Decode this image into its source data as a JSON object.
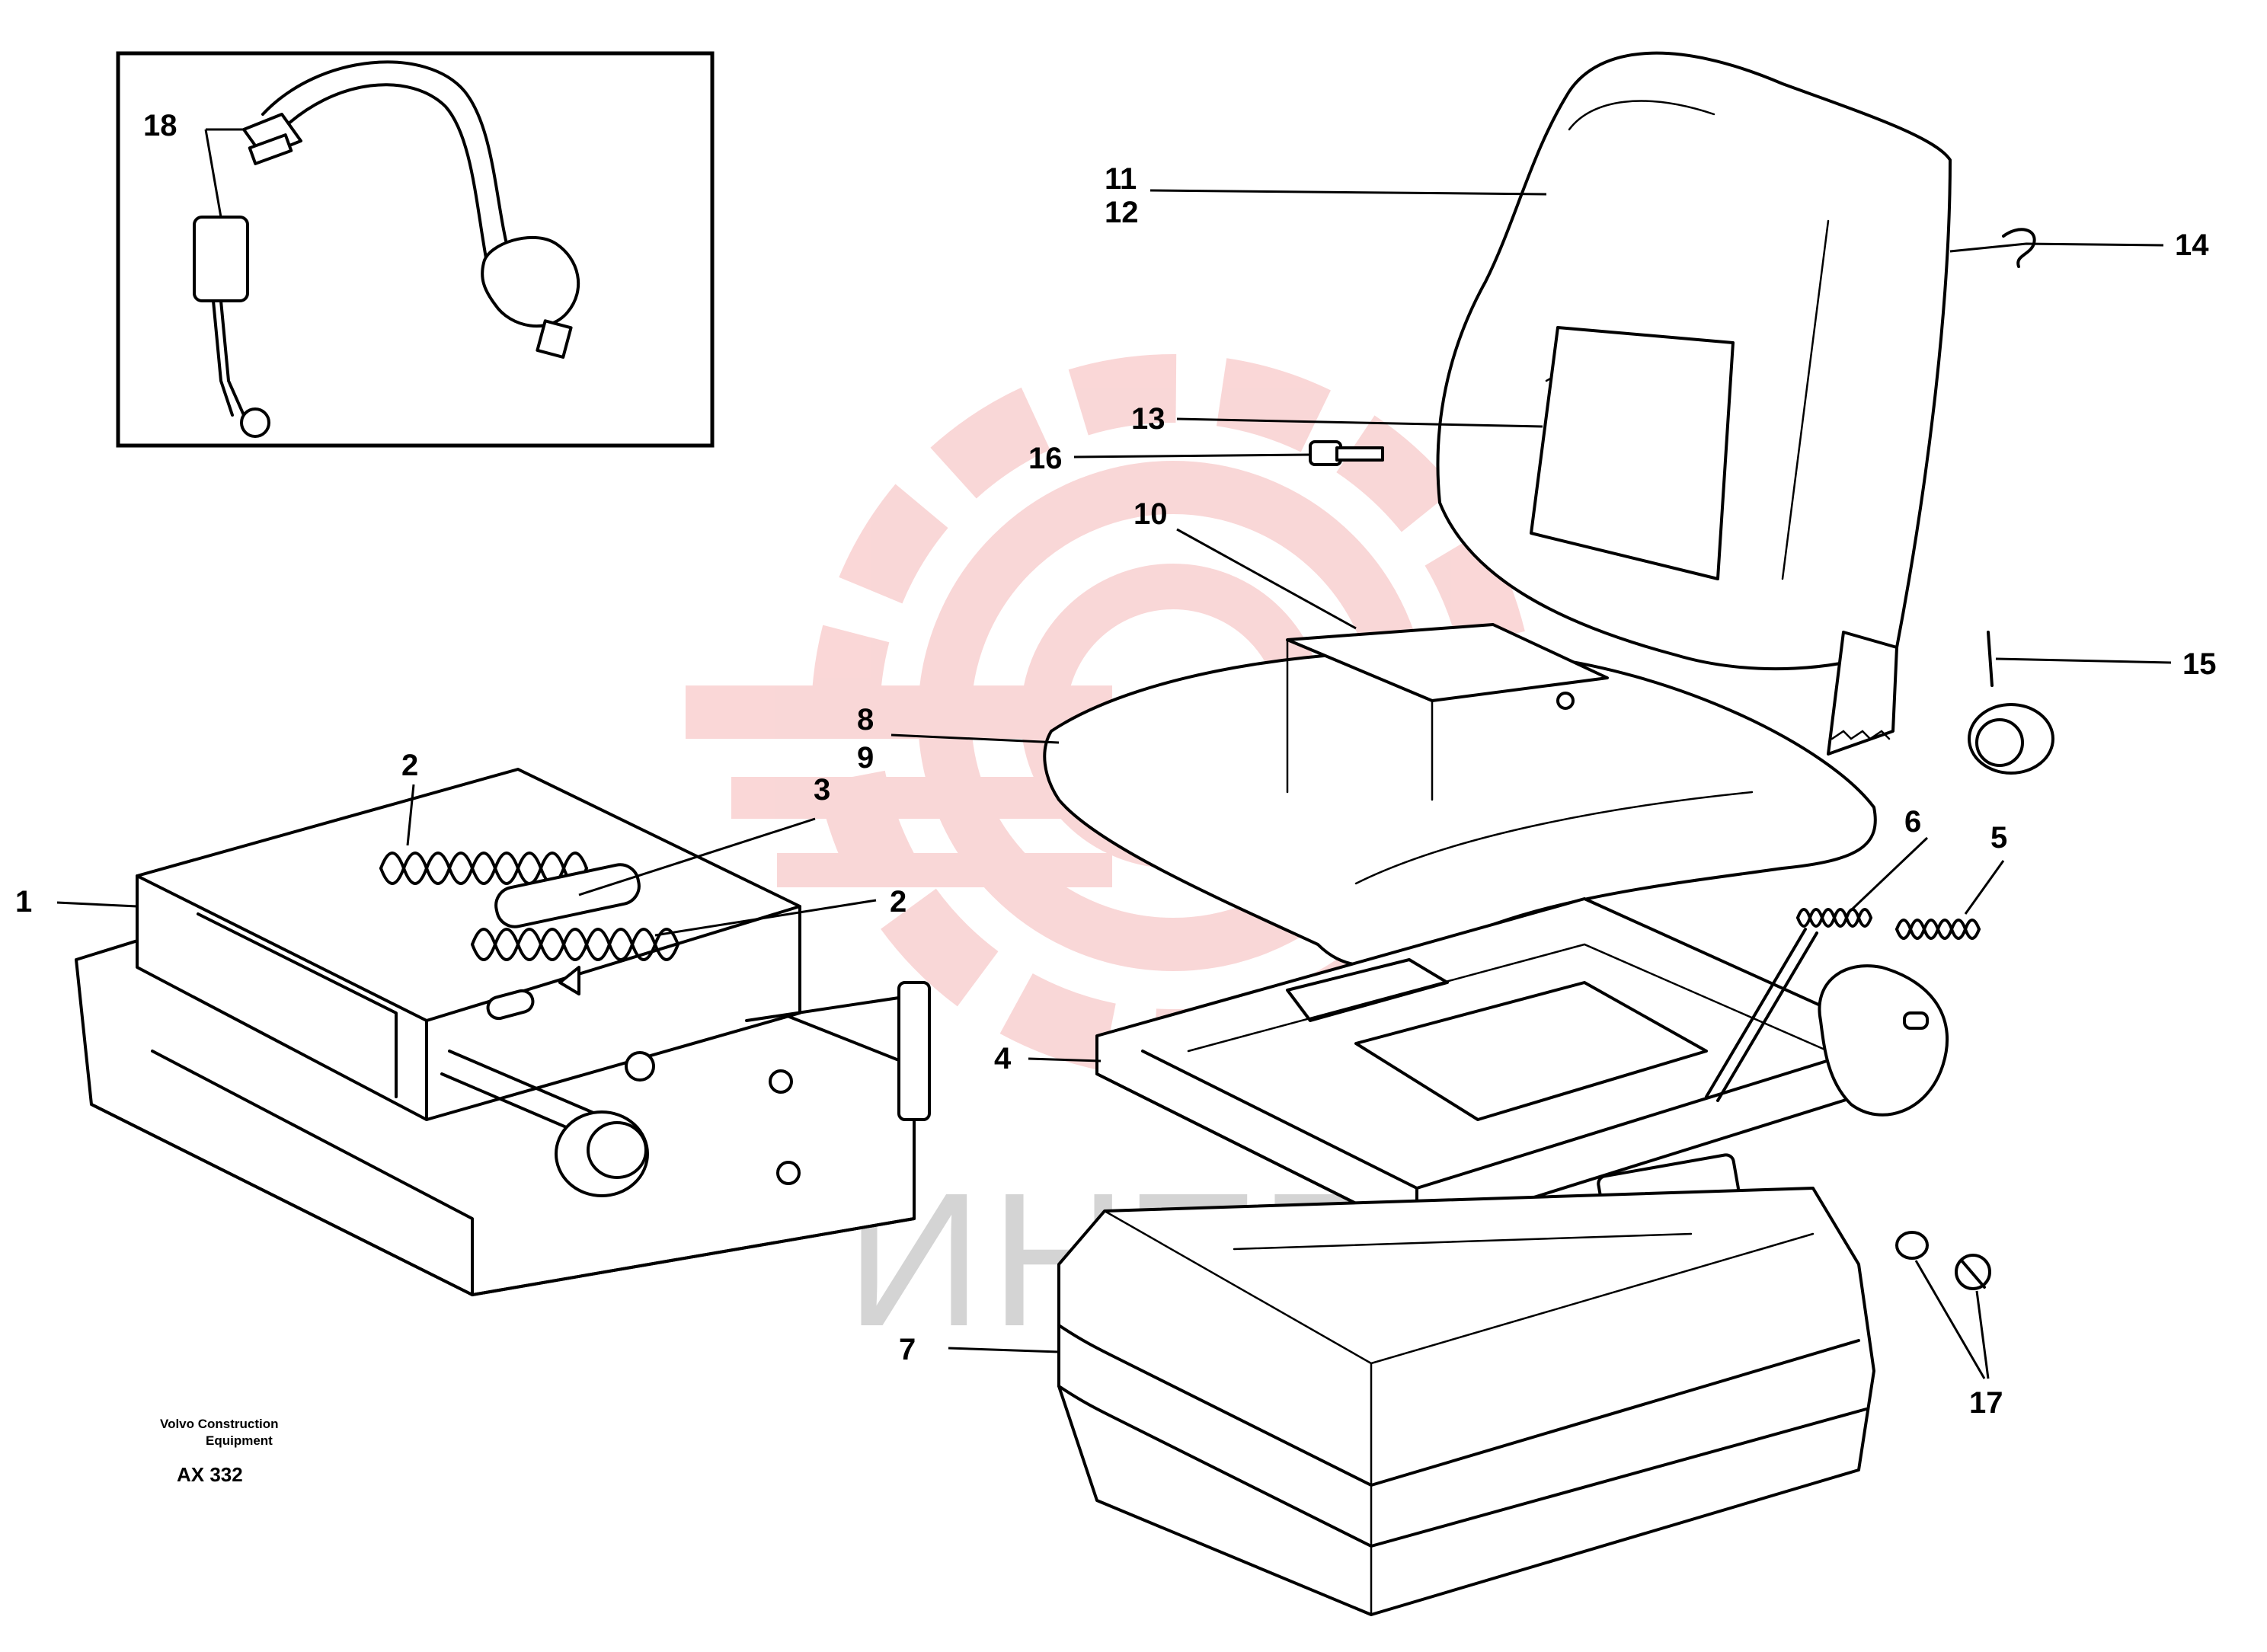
{
  "watermark": {
    "text": "ИНТЕХ",
    "logo_color": "#f5b7b7",
    "text_color": "#d4d4d4"
  },
  "footer": {
    "company_line1": "Volvo Construction",
    "company_line2": "Equipment",
    "figure_code": "AX 332"
  },
  "callouts": {
    "c1": "1",
    "c2a": "2",
    "c2b": "2",
    "c3": "3",
    "c4": "4",
    "c5": "5",
    "c6": "6",
    "c7": "7",
    "c8": "8",
    "c9": "9",
    "c10": "10",
    "c11": "11",
    "c12": "12",
    "c13": "13",
    "c14": "14",
    "c15": "15",
    "c16": "16",
    "c17": "17",
    "c18": "18"
  }
}
